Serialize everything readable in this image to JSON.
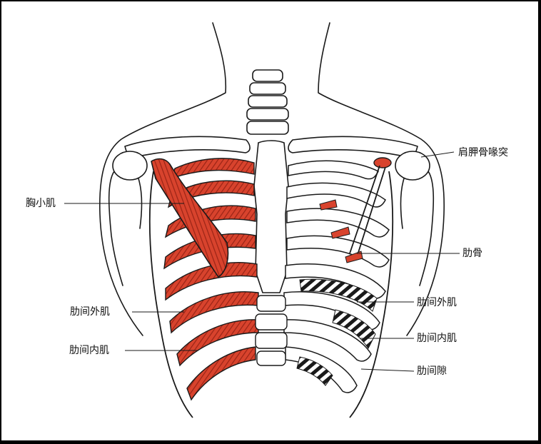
{
  "labels": {
    "coracoid": "肩胛骨喙突",
    "pec_minor": "胸小肌",
    "rib": "肋骨",
    "ext_intercostal_left": "肋间外肌",
    "ext_intercostal_right": "肋间外肌",
    "int_intercostal_left": "肋间内肌",
    "int_intercostal_right": "肋间内肌",
    "intercostal_space": "肋间隙"
  },
  "colors": {
    "muscle": "#d8432d",
    "muscle_dark": "#9a2416",
    "outline": "#1a1a1a",
    "paper": "#ffffff",
    "frame": "#000000"
  }
}
